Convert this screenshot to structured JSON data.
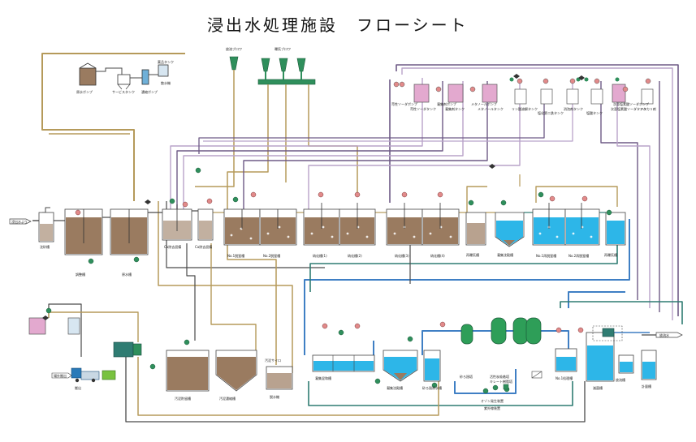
{
  "title": "浸出水処理施設　フローシート",
  "colors": {
    "pipe_tan": "#b59a5a",
    "pipe_purple": "#6e5a86",
    "pipe_lavender": "#b9a3c9",
    "pipe_blue": "#3f7fc4",
    "pipe_teal": "#2f7c72",
    "pipe_dark": "#4a4a4a",
    "sludge": "#9a7b60",
    "water_blue": "#2db6e8",
    "chem_pink": "#e3a9cf",
    "tank_green": "#2e9e58",
    "pump_green": "#2f8f5c",
    "highlight_green": "#79c23f",
    "truck_blue": "#2a7ab8",
    "valve_red": "#e28a8a"
  },
  "inflow": {
    "label": "浸出水より"
  },
  "outflow": {
    "label": "放流水"
  },
  "top_utility": {
    "labels": [
      "原水ポンプ",
      "サービスタンク",
      "濃縮ポンプ",
      "薬品タンク",
      "散水機"
    ]
  },
  "blower_labels": [
    "放流ブロワ",
    "曝気ブロワ"
  ],
  "chemical_tanks": [
    {
      "label": "苛性ソーダタンク",
      "pump": "苛性ソーダポンプ"
    },
    {
      "label": "凝集剤タンク",
      "pump": "凝集剤ポンプ"
    },
    {
      "label": "メタノールタンク",
      "pump": "メタノールポンプ"
    },
    {
      "label": "リン酸溶解タンク"
    },
    {
      "label": "塩化第二鉄タンク"
    },
    {
      "label": "消泡剤タンク"
    },
    {
      "label": "塩酸タンク"
    },
    {
      "label": "次亜塩素酸ソーダタンク",
      "pump": "次亜塩素酸ソーダポンプ"
    },
    {
      "label": "アルカリ剤"
    }
  ],
  "process_tanks": [
    {
      "label": "沈砂槽"
    },
    {
      "label": "調整槽"
    },
    {
      "label": "原水槽"
    },
    {
      "label": "Ca除去設備"
    },
    {
      "label": "Ca除去設備"
    },
    {
      "label": "No.1脱窒槽"
    },
    {
      "label": "No.2脱窒槽"
    },
    {
      "label": "硝化槽(1)"
    },
    {
      "label": "硝化槽(2)"
    },
    {
      "label": "硝化槽(3)"
    },
    {
      "label": "硝化槽(4)"
    },
    {
      "label": "再曝気槽"
    },
    {
      "label": "凝集沈殿槽"
    },
    {
      "label": "No.1再脱窒槽"
    },
    {
      "label": "No.2再脱窒槽"
    },
    {
      "label": "再曝気槽"
    }
  ],
  "lower_tanks": [
    {
      "label": "汚泥貯留槽"
    },
    {
      "label": "汚泥濃縮槽"
    },
    {
      "label": "脱水機"
    },
    {
      "label": "汚泥サイロ"
    },
    {
      "label": "凝集混和槽"
    },
    {
      "label": "凝集沈殿槽"
    },
    {
      "label": "砂ろ過原水槽"
    },
    {
      "label": "砂ろ過塔"
    },
    {
      "label": "活性炭吸着塔"
    },
    {
      "label": "キレート樹脂塔"
    },
    {
      "label": "No.1処理槽"
    },
    {
      "label": "滅菌槽"
    },
    {
      "label": "放流槽"
    },
    {
      "label": "計量槽"
    }
  ],
  "misc_labels": {
    "truck": "搬出",
    "outer_label": "場外搬出",
    "ozone": "オゾン発生装置",
    "uv": "紫外線装置"
  }
}
